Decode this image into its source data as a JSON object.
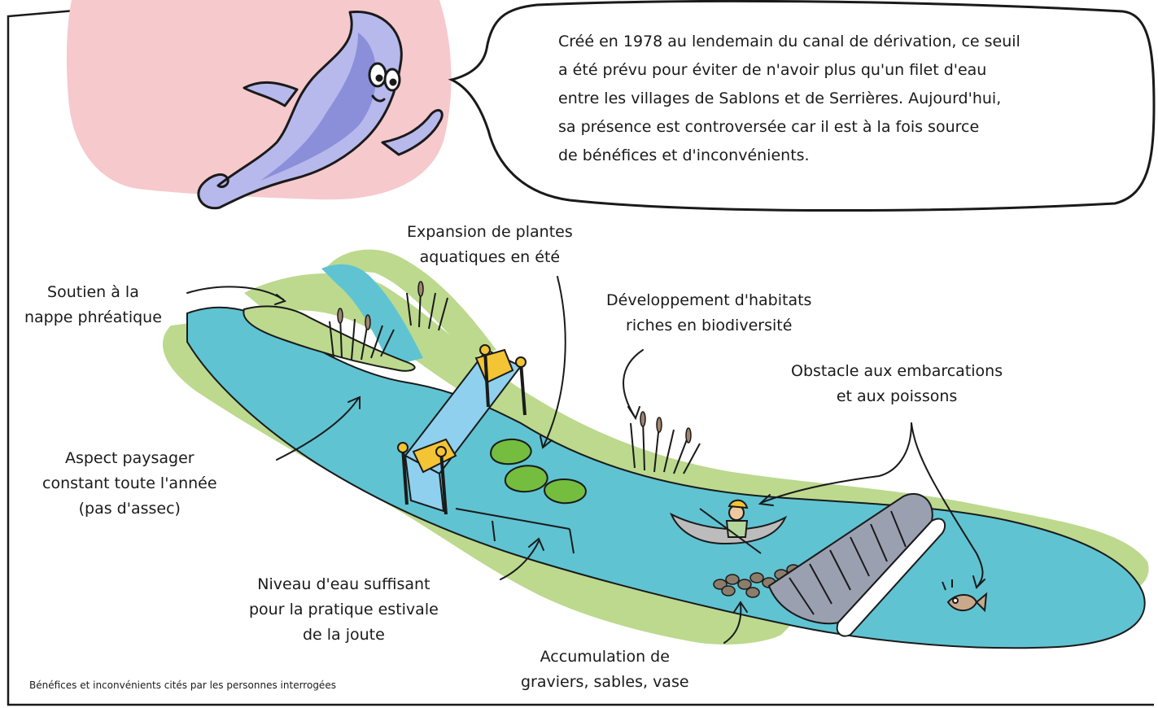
{
  "speech_bubble": {
    "lines": [
      "Créé en 1978 au lendemain du canal de dérivation, ce seuil",
      "a été prévu pour éviter de n'avoir plus qu'un filet d'eau",
      "entre les villages de Sablons et de Serrières. Aujourd'hui,",
      "sa présence est controversée car il est à la fois source",
      "de bénéfices et d'inconvénients."
    ]
  },
  "labels": {
    "nappe": [
      "Soutien à la",
      "nappe phréatique"
    ],
    "plantes": [
      "Expansion de plantes",
      "aquatiques en été"
    ],
    "habitats": [
      "Développement d'habitats",
      "riches en biodiversité"
    ],
    "obstacle": [
      "Obstacle aux embarcations",
      "et aux poissons"
    ],
    "paysage": [
      "Aspect paysager",
      "constant toute l'année",
      "(pas d'assec)"
    ],
    "niveau": [
      "Niveau d'eau suffisant",
      "pour la pratique estivale",
      "de la joute"
    ],
    "accumulation": [
      "Accumulation de",
      "graviers, sables, vase"
    ]
  },
  "caption": "Bénéfices et inconvénients cités par les personnes interrogées",
  "colors": {
    "water": "#5fc3d2",
    "grass": "#bcd98e",
    "pink_blob": "#f6c9cc",
    "mascot": "#b7b9ec",
    "mascot_dark": "#8b8fd9",
    "bridge_blue": "#8fd0ee",
    "bridge_yellow": "#f3c433",
    "weir_grey": "#9aa0b0",
    "plant_green": "#74bd3f",
    "boat": "#bcbcbc"
  }
}
